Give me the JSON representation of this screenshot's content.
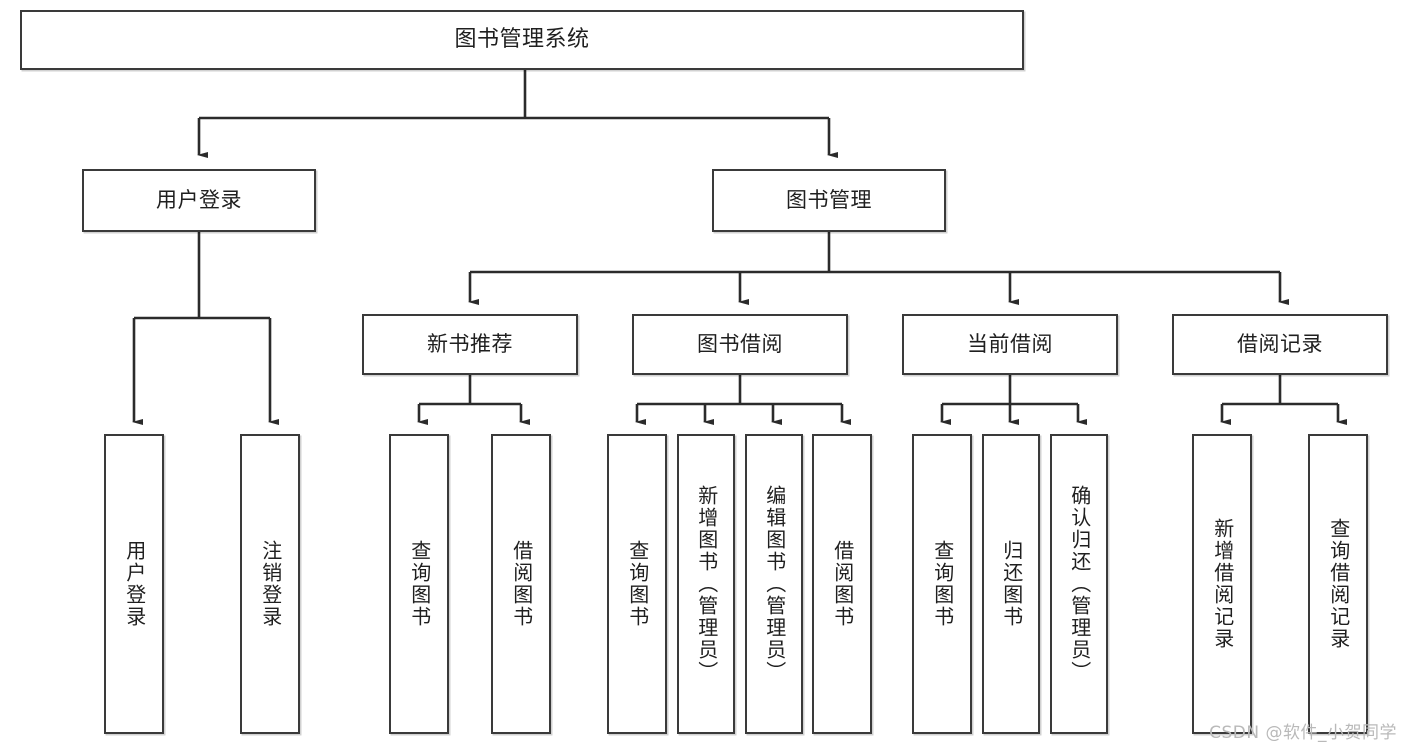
{
  "diagram": {
    "title": "图书管理系统",
    "type": "tree",
    "watermark": "CSDN @软件_小贺同学",
    "colors": {
      "stroke": "#3a3a3a",
      "box_fill": "#ffffff",
      "text": "#1f1f1f",
      "watermark": "#b9b9b9",
      "background": "#ffffff"
    },
    "nodes": {
      "root": {
        "label": "图书管理系统"
      },
      "level2": [
        {
          "id": "user-login",
          "label": "用户登录"
        },
        {
          "id": "book-management",
          "label": "图书管理"
        }
      ],
      "level3": [
        {
          "id": "new-book-recommend",
          "label": "新书推荐"
        },
        {
          "id": "book-borrow",
          "label": "图书借阅"
        },
        {
          "id": "current-borrow",
          "label": "当前借阅"
        },
        {
          "id": "borrow-record",
          "label": "借阅记录"
        }
      ],
      "leaves": {
        "user-login": [
          {
            "id": "leaf-user-login",
            "label": "用户登录"
          },
          {
            "id": "leaf-logout-login",
            "label": "注销登录"
          }
        ],
        "new-book-recommend": [
          {
            "id": "leaf-query-book-1",
            "label": "查询图书"
          },
          {
            "id": "leaf-borrow-book-1",
            "label": "借阅图书"
          }
        ],
        "book-borrow": [
          {
            "id": "leaf-query-book-2",
            "label": "查询图书"
          },
          {
            "id": "leaf-add-book-admin",
            "label": "新增图书（管理员）"
          },
          {
            "id": "leaf-edit-book-admin",
            "label": "编辑图书（管理员）"
          },
          {
            "id": "leaf-borrow-book-2",
            "label": "借阅图书"
          }
        ],
        "current-borrow": [
          {
            "id": "leaf-query-book-3",
            "label": "查询图书"
          },
          {
            "id": "leaf-return-book",
            "label": "归还图书"
          },
          {
            "id": "leaf-confirm-return-admin",
            "label": "确认归还（管理员）"
          }
        ],
        "borrow-record": [
          {
            "id": "leaf-add-borrow-record",
            "label": "新增借阅记录"
          },
          {
            "id": "leaf-query-borrow-record",
            "label": "查询借阅记录"
          }
        ]
      }
    }
  }
}
